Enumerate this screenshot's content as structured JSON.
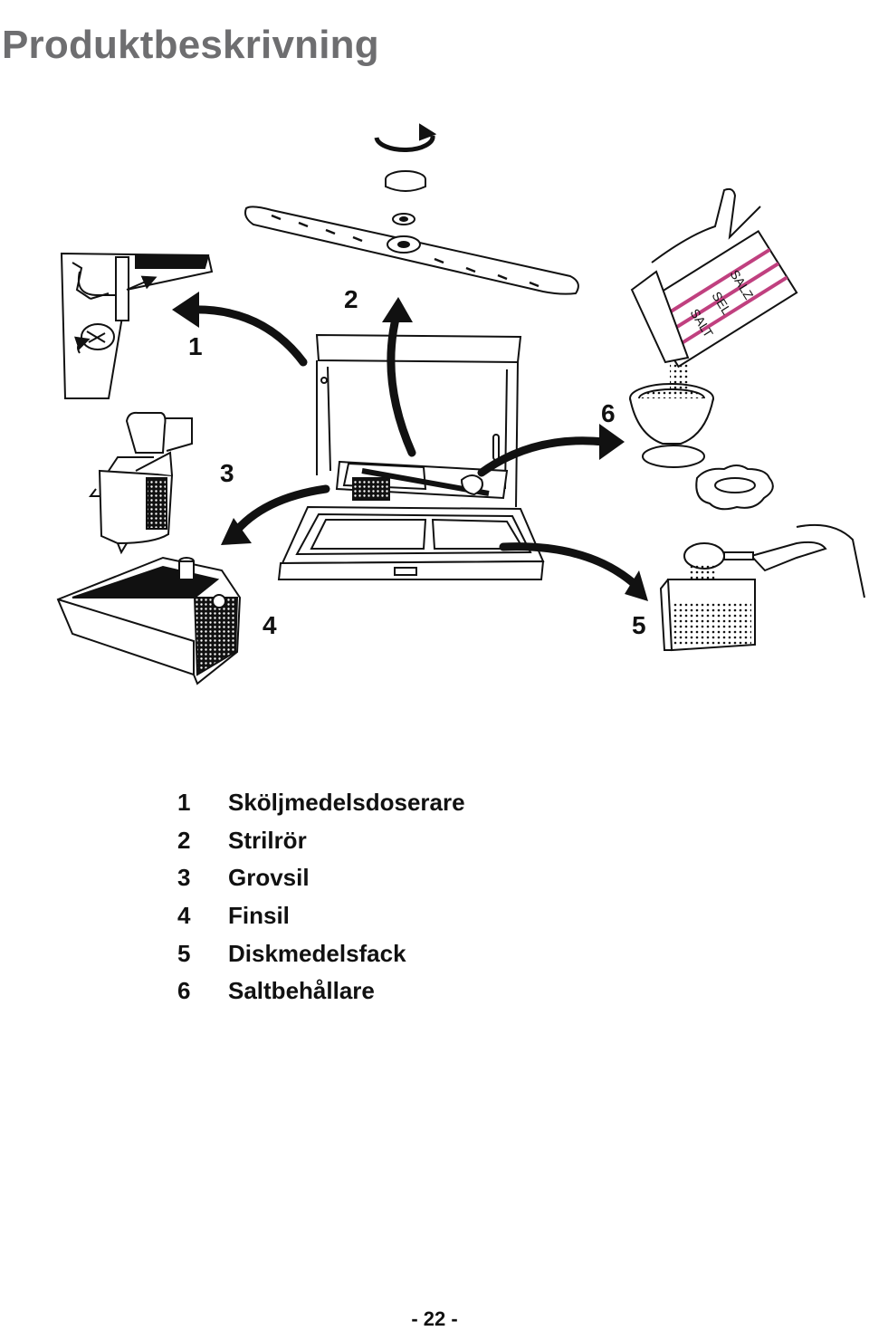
{
  "page": {
    "title": "Produktbeskrivning",
    "page_number": "- 22 -"
  },
  "figure": {
    "callouts": [
      "1",
      "2",
      "3",
      "4",
      "5",
      "6"
    ],
    "package_text": [
      "SALT",
      "SEL",
      "SALZ"
    ]
  },
  "legend": [
    {
      "num": "1",
      "label": "Sköljmedelsdoserare"
    },
    {
      "num": "2",
      "label": "Strilrör"
    },
    {
      "num": "3",
      "label": "Grovsil"
    },
    {
      "num": "4",
      "label": "Finsil"
    },
    {
      "num": "5",
      "label": "Diskmedelsfack"
    },
    {
      "num": "6",
      "label": "Saltbehållare"
    }
  ],
  "colors": {
    "package_stripe": "#c0407f"
  }
}
